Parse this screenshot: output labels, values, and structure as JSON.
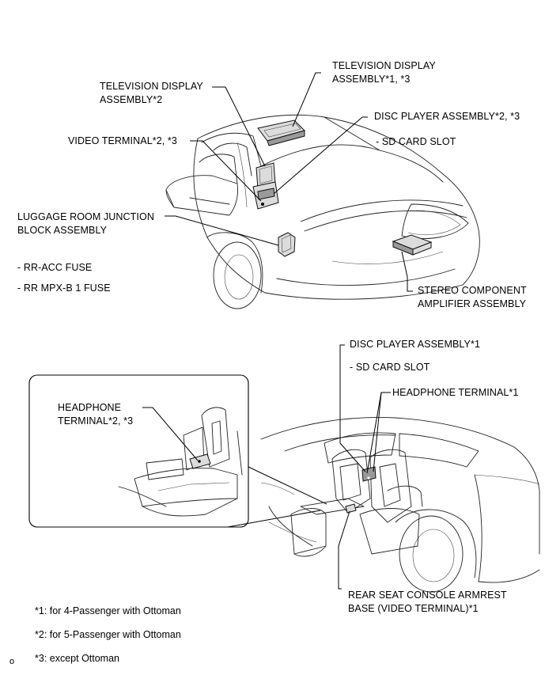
{
  "top_diagram": {
    "labels": {
      "tv_display_1_3": [
        "TELEVISION DISPLAY",
        "ASSEMBLY*1, *3"
      ],
      "tv_display_2": [
        "TELEVISION DISPLAY",
        "ASSEMBLY*2"
      ],
      "disc_player_2_3": "DISC PLAYER ASSEMBLY*2, *3",
      "sd_card_slot": "- SD CARD SLOT",
      "video_terminal": "VIDEO TERMINAL*2, *3",
      "luggage_junction": [
        "LUGGAGE ROOM JUNCTION",
        "BLOCK ASSEMBLY"
      ],
      "rr_acc_fuse": "- RR-ACC FUSE",
      "rr_mpx_fuse": "- RR MPX-B 1 FUSE",
      "stereo_amp": [
        "STEREO COMPONENT",
        "AMPLIFIER ASSEMBLY"
      ]
    }
  },
  "bottom_diagram": {
    "labels": {
      "disc_player_1": "DISC PLAYER ASSEMBLY*1",
      "sd_card_slot": "- SD CARD SLOT",
      "headphone_1": "HEADPHONE TERMINAL*1",
      "headphone_2_3": [
        "HEADPHONE",
        "TERMINAL*2, *3"
      ],
      "console_armrest": [
        "REAR SEAT CONSOLE ARMREST",
        "BASE (VIDEO TERMINAL)*1"
      ]
    }
  },
  "footnotes": [
    "*1: for 4-Passenger with Ottoman",
    "*2: for 5-Passenger with Ottoman",
    "*3: except Ottoman"
  ],
  "corner_mark": "o"
}
